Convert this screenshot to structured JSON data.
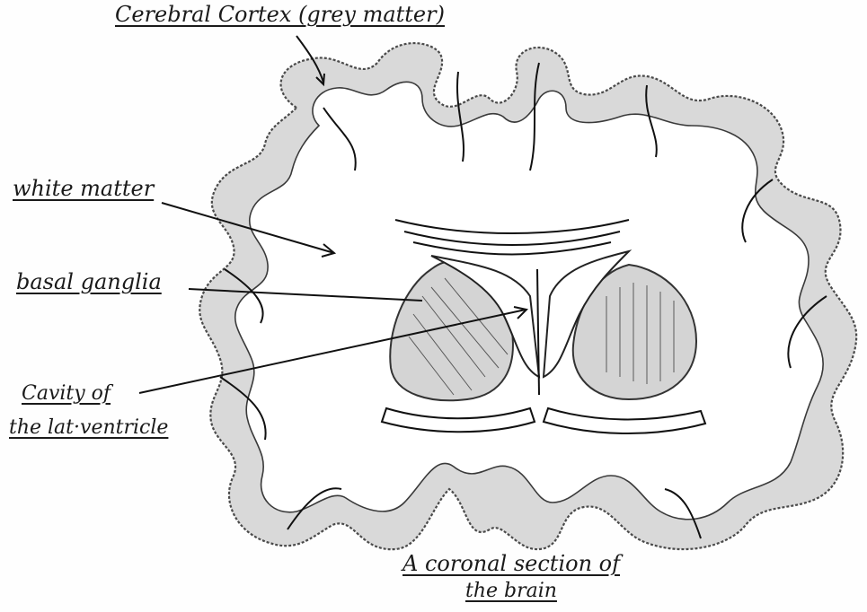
{
  "labels": {
    "cortex": "Cerebral Cortex (grey matter)",
    "white_matter": "white matter",
    "basal_ganglia": "basal ganglia",
    "cavity_line1": "Cavity of",
    "cavity_line2": "the lat·ventricle"
  },
  "caption": {
    "line1": "A coronal section of",
    "line2": "the brain"
  }
}
